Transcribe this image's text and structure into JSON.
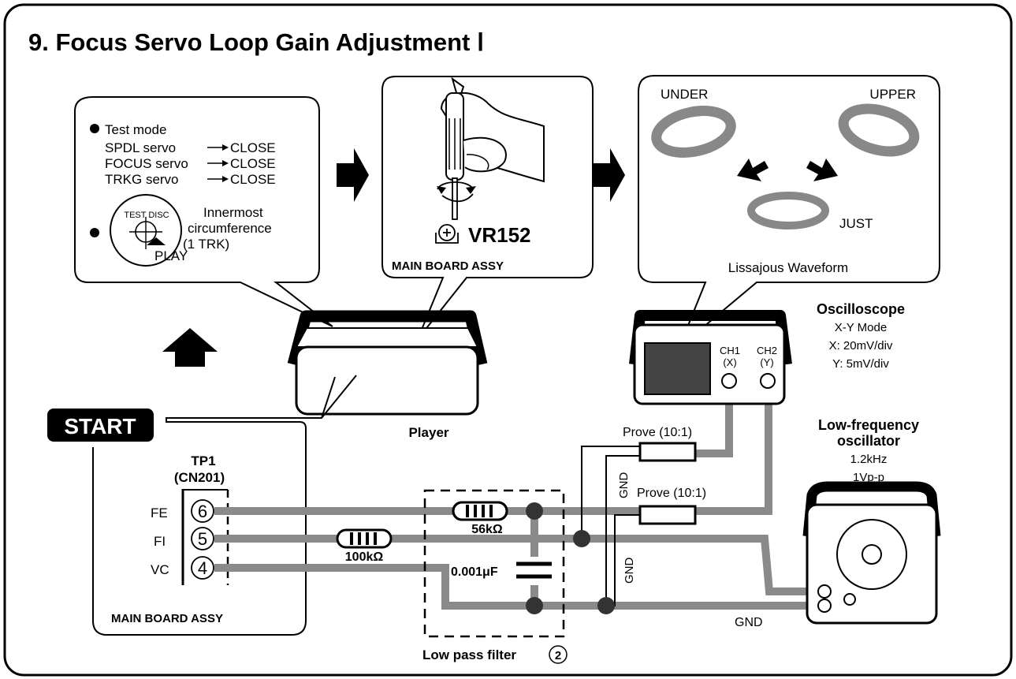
{
  "title": "9. Focus Servo Loop Gain Adjustment Ⅰ",
  "test_box": {
    "items": [
      {
        "label": "Test mode"
      },
      {
        "label": "SPDL servo",
        "value": "CLOSE"
      },
      {
        "label": "FOCUS servo",
        "value": "CLOSE"
      },
      {
        "label": "TRKG servo",
        "value": "CLOSE"
      }
    ],
    "disc_label": "TEST DISC",
    "play_label": "PLAY",
    "disc_note": [
      "Innermost",
      "circumference",
      "(1 TRK)"
    ]
  },
  "adjust_box": {
    "control": "VR152",
    "board": "MAIN BOARD ASSY"
  },
  "waveform_box": {
    "under": "UNDER",
    "upper": "UPPER",
    "just": "JUST",
    "caption": "Lissajous Waveform"
  },
  "player_label": "Player",
  "start_label": "START",
  "tp": {
    "title": "TP1",
    "connector": "(CN201)",
    "pins": [
      {
        "name": "FE",
        "num": "6"
      },
      {
        "name": "FI",
        "num": "5"
      },
      {
        "name": "VC",
        "num": "4"
      }
    ],
    "board": "MAIN BOARD ASSY"
  },
  "oscilloscope": {
    "title": "Oscilloscope",
    "lines": [
      "X-Y Mode",
      "X: 20mV/div",
      "Y: 5mV/div"
    ],
    "ch1": [
      "CH1",
      "(X)"
    ],
    "ch2": [
      "CH2",
      "(Y)"
    ]
  },
  "lfo": {
    "title": [
      "Low-frequency",
      "oscillator"
    ],
    "lines": [
      "1.2kHz",
      "1Vp-p"
    ]
  },
  "components": {
    "probe1": "Prove (10:1)",
    "probe2": "Prove (10:1)",
    "r_56k": "56kΩ",
    "r_100k": "100kΩ",
    "cap": "0.001μF",
    "filter": "Low pass filter",
    "filter_num": "2",
    "gnd": "GND"
  }
}
